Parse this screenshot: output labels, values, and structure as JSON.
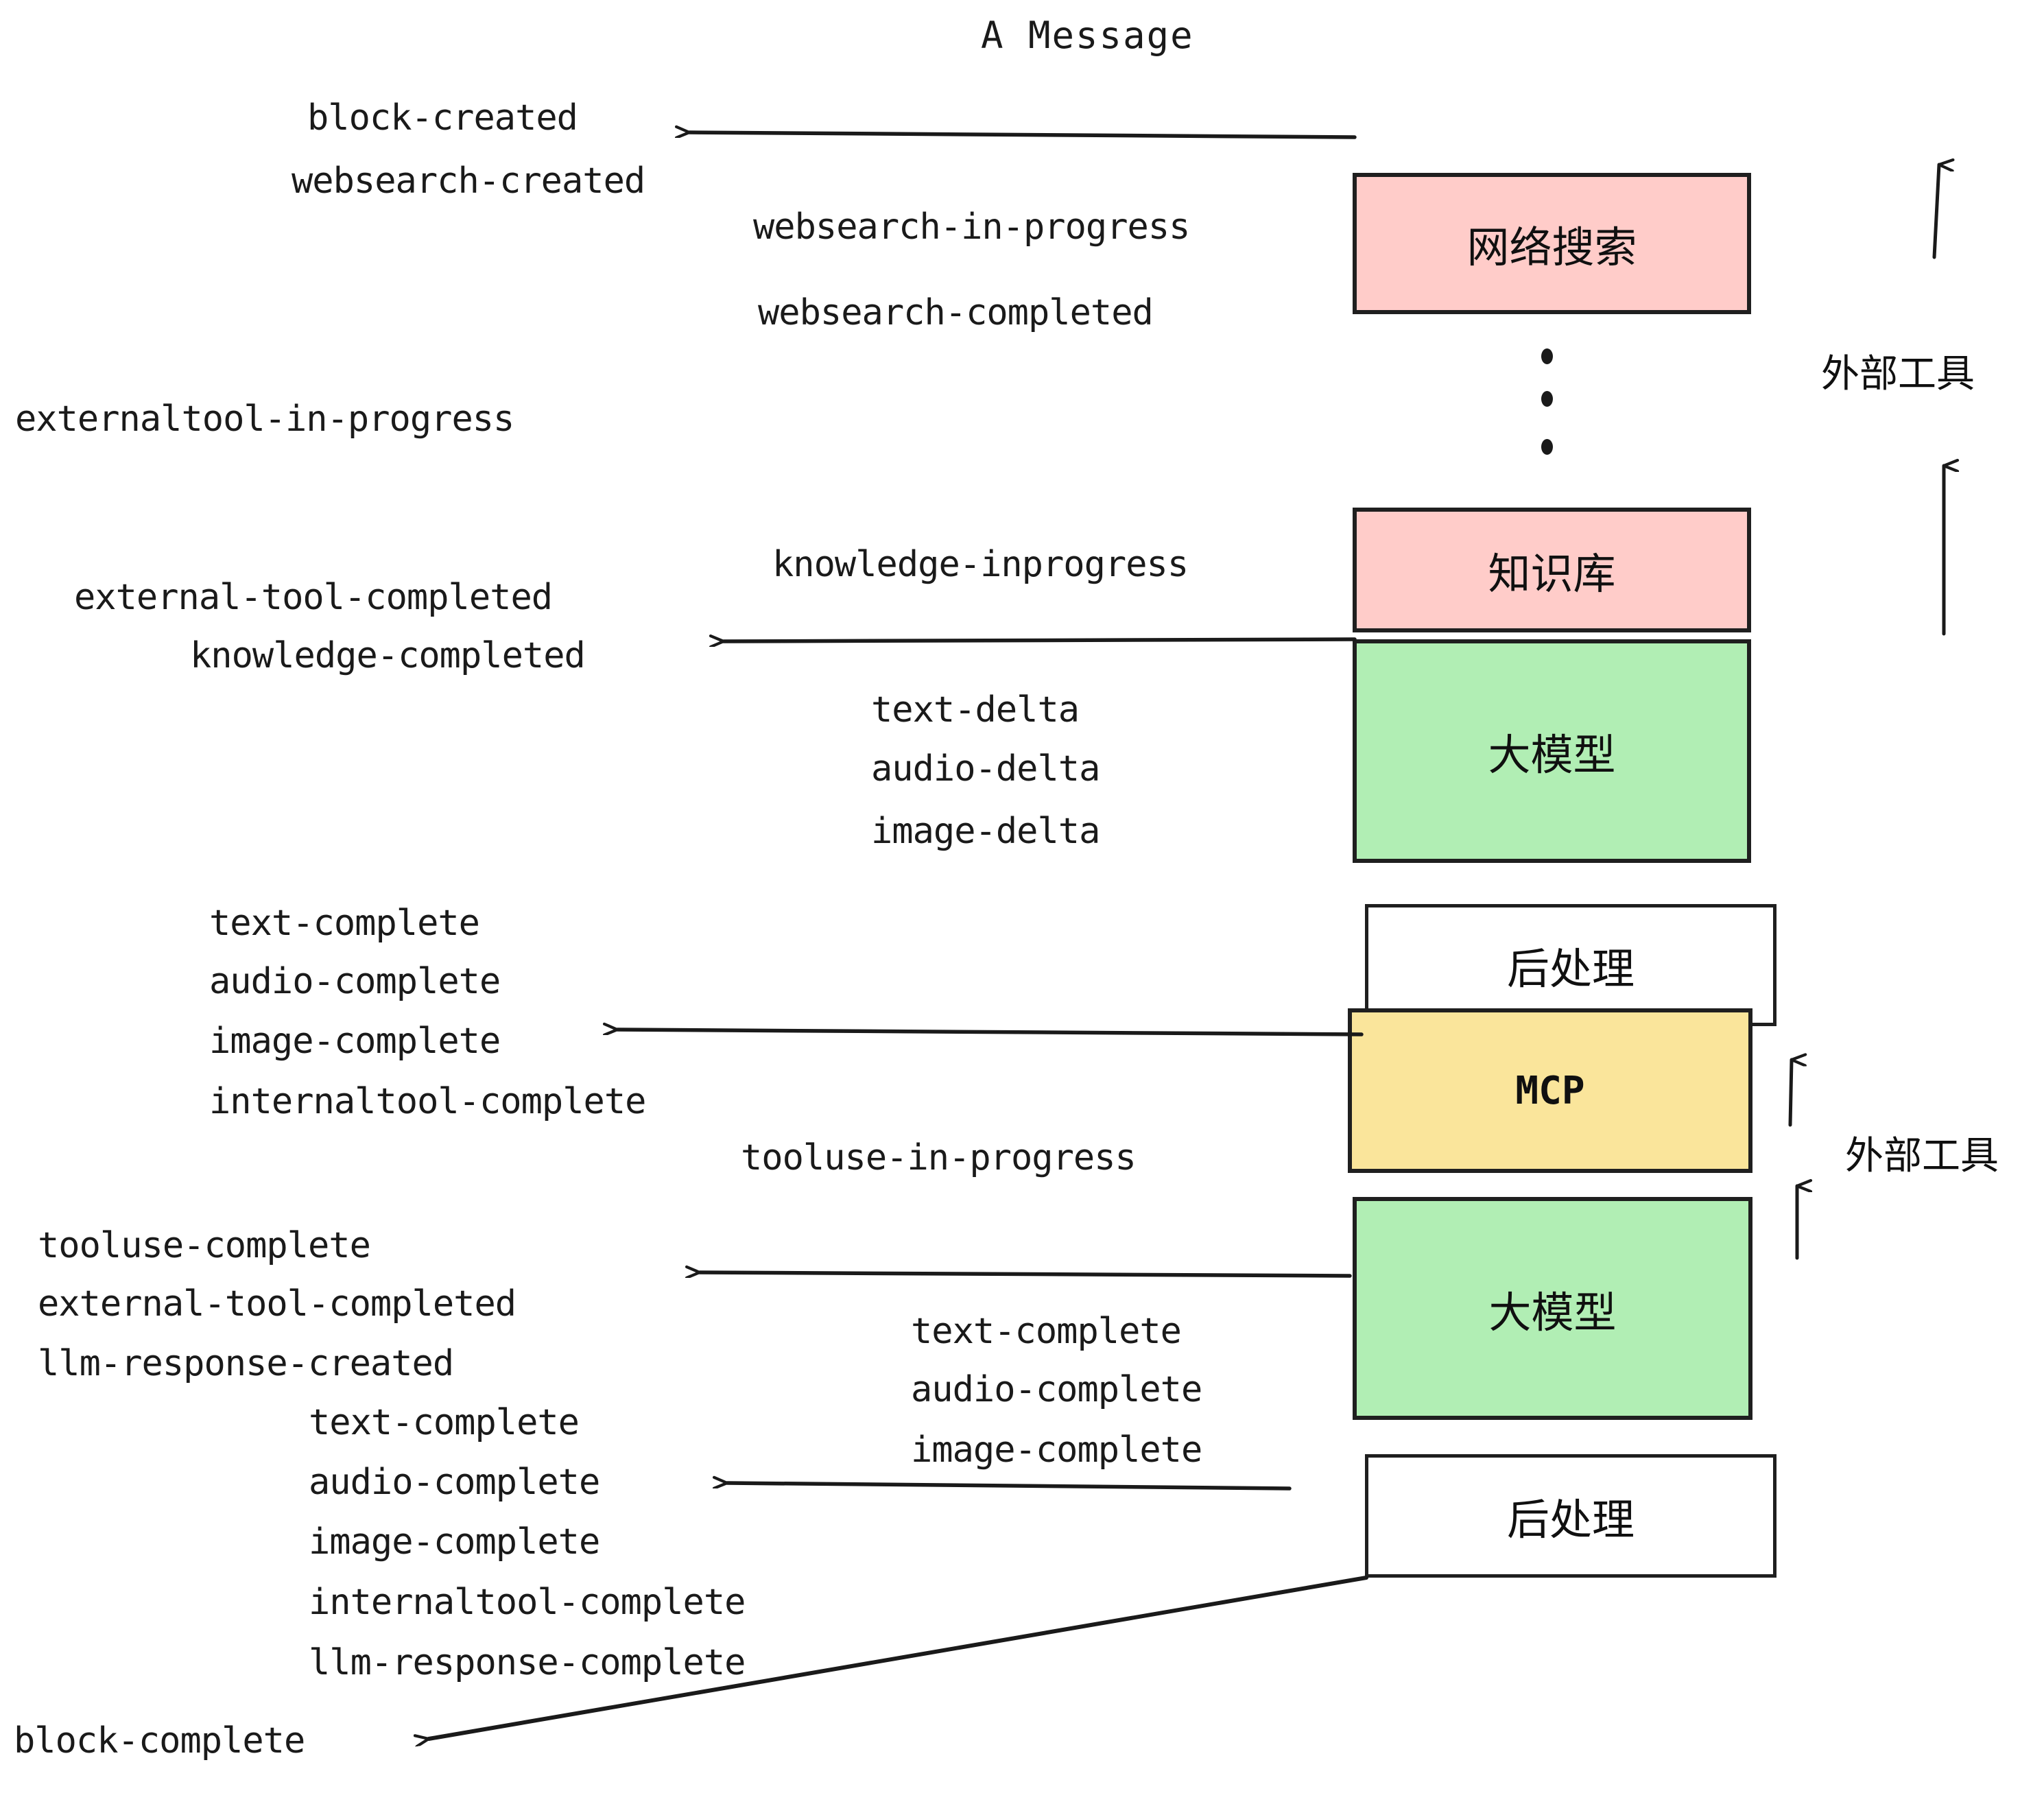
{
  "title": "A Message",
  "colors": {
    "pink": "#ffccc9",
    "green": "#b1eeb4",
    "yellow": "#fae59b",
    "white": "#ffffff",
    "stroke": "#1f1f1f",
    "text": "#1a1a1a"
  },
  "boxes": [
    {
      "id": "websearch",
      "label": "网络搜索",
      "fill": "#ffccc9"
    },
    {
      "id": "knowledge",
      "label": "知识库",
      "fill": "#ffccc9"
    },
    {
      "id": "llm-1",
      "label": "大模型",
      "fill": "#b1eeb4"
    },
    {
      "id": "postproc-1",
      "label": "后处理",
      "fill": "#ffffff"
    },
    {
      "id": "mcp",
      "label": "MCP",
      "fill": "#fae59b"
    },
    {
      "id": "llm-2",
      "label": "大模型",
      "fill": "#b1eeb4"
    },
    {
      "id": "postproc-2",
      "label": "后处理",
      "fill": "#ffffff"
    }
  ],
  "group_labels": {
    "external_tools_top": "外部工具",
    "external_tools_bottom": "外部工具"
  },
  "events": [
    {
      "id": "e01",
      "text": "block-created"
    },
    {
      "id": "e02",
      "text": "websearch-created"
    },
    {
      "id": "e03",
      "text": "websearch-in-progress"
    },
    {
      "id": "e04",
      "text": "websearch-completed"
    },
    {
      "id": "e05",
      "text": "externaltool-in-progress"
    },
    {
      "id": "e06",
      "text": "knowledge-inprogress"
    },
    {
      "id": "e07",
      "text": "external-tool-completed"
    },
    {
      "id": "e08",
      "text": "knowledge-completed"
    },
    {
      "id": "e09",
      "text": "text-delta"
    },
    {
      "id": "e10",
      "text": "audio-delta"
    },
    {
      "id": "e11",
      "text": "image-delta"
    },
    {
      "id": "e12",
      "text": "text-complete"
    },
    {
      "id": "e13",
      "text": "audio-complete"
    },
    {
      "id": "e14",
      "text": "image-complete"
    },
    {
      "id": "e15",
      "text": "internaltool-complete"
    },
    {
      "id": "e16",
      "text": "tooluse-in-progress"
    },
    {
      "id": "e17",
      "text": "tooluse-complete"
    },
    {
      "id": "e18",
      "text": "external-tool-completed"
    },
    {
      "id": "e19",
      "text": "llm-response-created"
    },
    {
      "id": "e20",
      "text": "text-complete"
    },
    {
      "id": "e21",
      "text": "audio-complete"
    },
    {
      "id": "e22",
      "text": "image-complete"
    },
    {
      "id": "e23",
      "text": "internaltool-complete"
    },
    {
      "id": "e24",
      "text": "llm-response-complete"
    },
    {
      "id": "e25",
      "text": "block-complete"
    }
  ]
}
